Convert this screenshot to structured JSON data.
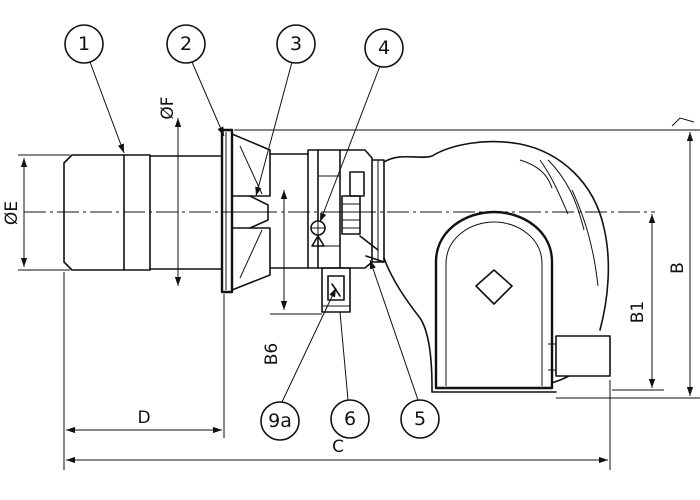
{
  "callouts": [
    {
      "label": "1"
    },
    {
      "label": "2"
    },
    {
      "label": "3"
    },
    {
      "label": "4"
    },
    {
      "label": "9a"
    },
    {
      "label": "6"
    },
    {
      "label": "5"
    }
  ],
  "dimensions": {
    "phi_e": "ØE",
    "phi_f": "ØF",
    "d": "D",
    "c": "C",
    "b": "B",
    "b1": "B1",
    "b6": "B6"
  }
}
